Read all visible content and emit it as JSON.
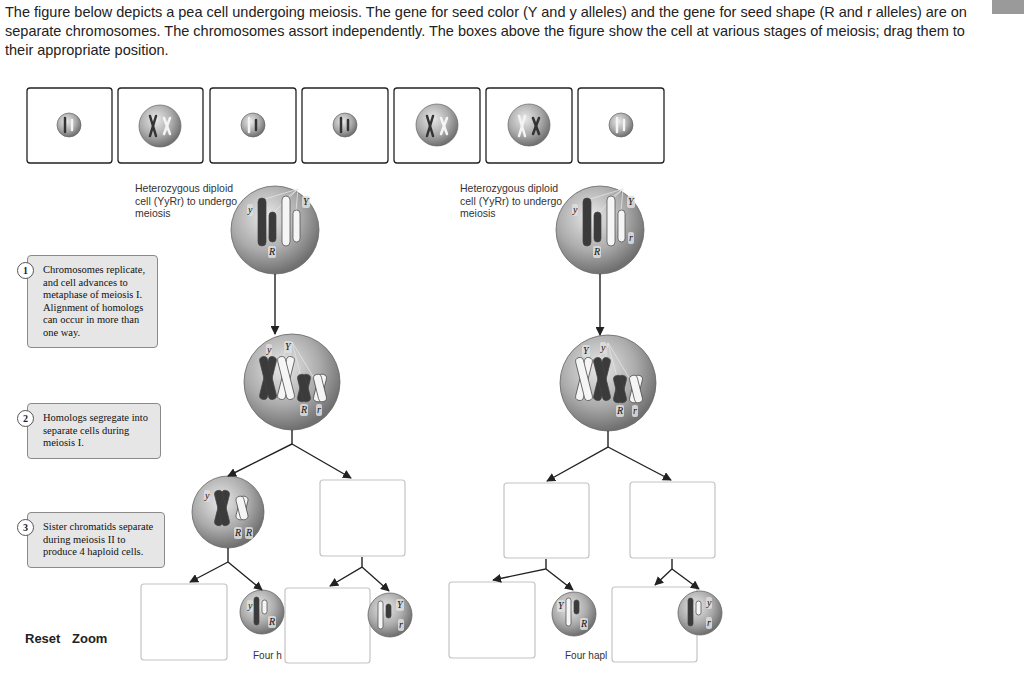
{
  "diagram": {
    "title": "The figure below depicts a pea cell undergoing meiosis. The gene for seed color (Y and y alleles) and the gene for seed shape (R and r alleles) are on separate chromosomes. The chromosomes assort independently. The boxes above the figure show the cell at various stages of meiosis; drag them to their appropriate position.",
    "nodes": [
      {
        "text": [
          "Heterozygous diploid cell (YyRr) to undergo meiosis",
          "y",
          "Y",
          "R"
        ]
      },
      {
        "text": [
          "Heterozygous diploid cell (YyRr) to undergo meiosis",
          "y",
          "Y",
          "R",
          "r"
        ]
      },
      {
        "text": [
          "1",
          "Chromosomes replicate, and cell advances to metaphase of meiosis I. Alignment of homologs can occur in more than one way."
        ]
      },
      {
        "text": [
          "y",
          "Y",
          "R",
          "r"
        ]
      },
      {
        "text": [
          "Y",
          "y",
          "R",
          "r"
        ]
      },
      {
        "text": [
          "2",
          "Homologs segregate into separate cells during meiosis I."
        ]
      },
      {
        "text": [
          "y",
          "R",
          "R"
        ]
      },
      {
        "text": [
          "3",
          "Sister chromatids separate during meiosis II to produce 4 haploid cells."
        ]
      },
      {
        "text": [
          "y",
          "R"
        ]
      },
      {
        "text": [
          "Y",
          "r"
        ]
      },
      {
        "text": [
          "Y",
          "R"
        ]
      },
      {
        "text": [
          "y",
          "r"
        ]
      }
    ],
    "edges": [
      {
        "from": 0,
        "to": 3,
        "arrow": "to"
      },
      {
        "from": 1,
        "to": 4,
        "arrow": "to"
      },
      {
        "from": 3,
        "to": 6,
        "arrow": "to"
      },
      {
        "from": 6,
        "to": 8,
        "arrow": "to"
      }
    ],
    "labels": [
      "Four h",
      "Four hapl",
      "Reset",
      "Zoom"
    ]
  }
}
